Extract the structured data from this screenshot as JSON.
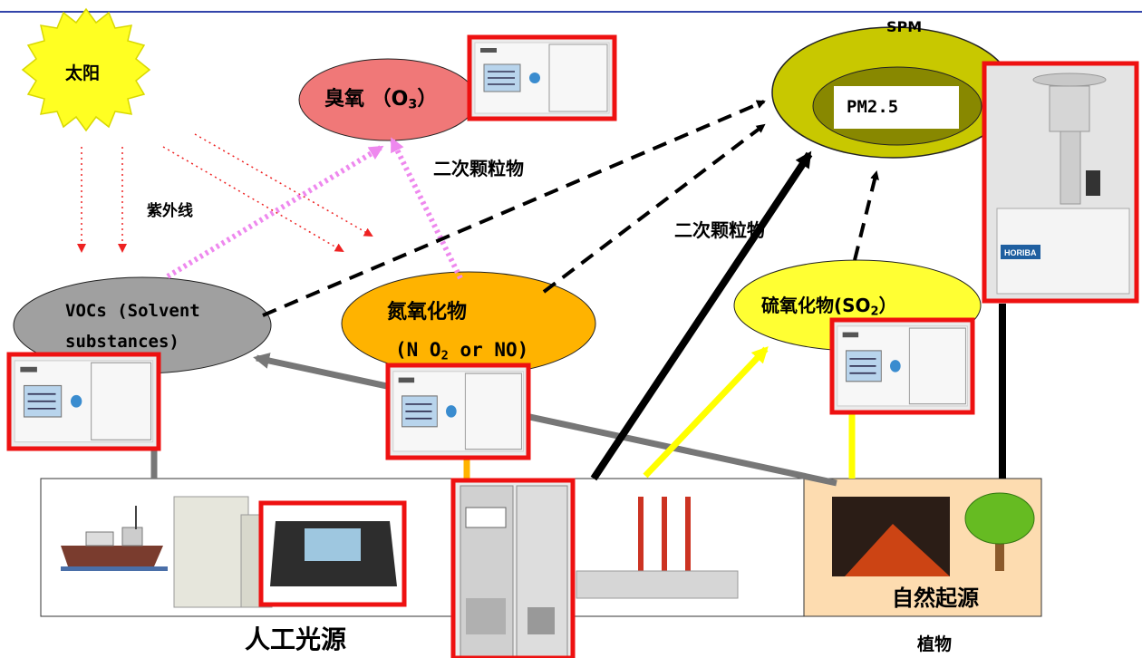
{
  "sun": {
    "label": "太阳"
  },
  "uv": {
    "label": "紫外线"
  },
  "ozone": {
    "label": "臭氧 （O",
    "sub": "3",
    "close": "）"
  },
  "secondary_top": {
    "label": "二次颗粒物"
  },
  "secondary_mid": {
    "label": "二次颗粒物"
  },
  "spm": {
    "label": "SPM",
    "inner": "PM2.5"
  },
  "vocs": {
    "line1": "VOCs (Solvent",
    "line2": "substances)"
  },
  "nox": {
    "line1": "氮氧化物",
    "line2a": "(N O",
    "sub": "2",
    "line2b": " or NO)"
  },
  "sox": {
    "label": "硫氧化物(SO",
    "sub": "2",
    "close": "）"
  },
  "artificial": {
    "label": "人工光源"
  },
  "natural": {
    "label": "自然起源"
  },
  "plant": {
    "label": "植物"
  },
  "sampler_brand": "HORIBA",
  "colors": {
    "ozone_fill": "#f07878",
    "vocs_fill": "#a0a0a0",
    "nox_fill": "#ffb300",
    "sox_fill": "#ffff33",
    "spm_fill": "#c8c800",
    "pm25_fill": "#888800",
    "natural_fill": "#fddcb0",
    "frame_red": "#ee1111",
    "uv_arrow": "#ee2222",
    "pink_arrow": "#ee88ee",
    "yellow_arrow": "#ffff00"
  }
}
